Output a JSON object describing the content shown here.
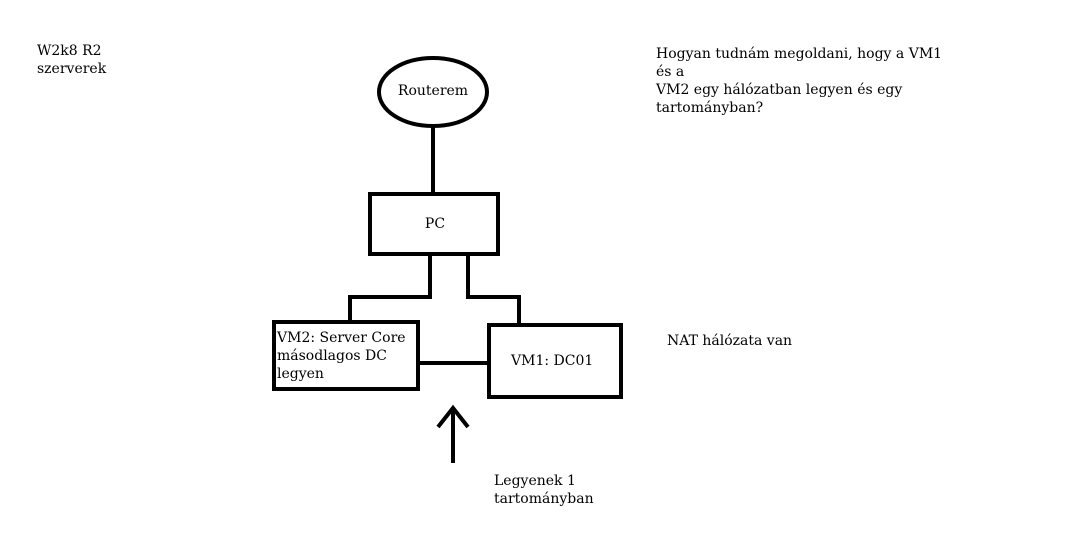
{
  "notes": {
    "top_left": "W2k8 R2\nszerverek",
    "question": "Hogyan tudnám megoldani, hogy a VM1 és a\nVM2 egy hálózatban legyen és egy\ntartományban?",
    "nat": "NAT hálózata van",
    "bottom": "Legyenek 1\ntartományban"
  },
  "nodes": {
    "router": "Routerem",
    "pc": "PC",
    "vm2": "VM2: Server Core\nmásodlagos DC\nlegyen",
    "vm1": "VM1: DC01"
  },
  "colors": {
    "stroke": "#000000",
    "background": "#ffffff"
  },
  "icons": {
    "arrow": "up-arrow-icon"
  }
}
